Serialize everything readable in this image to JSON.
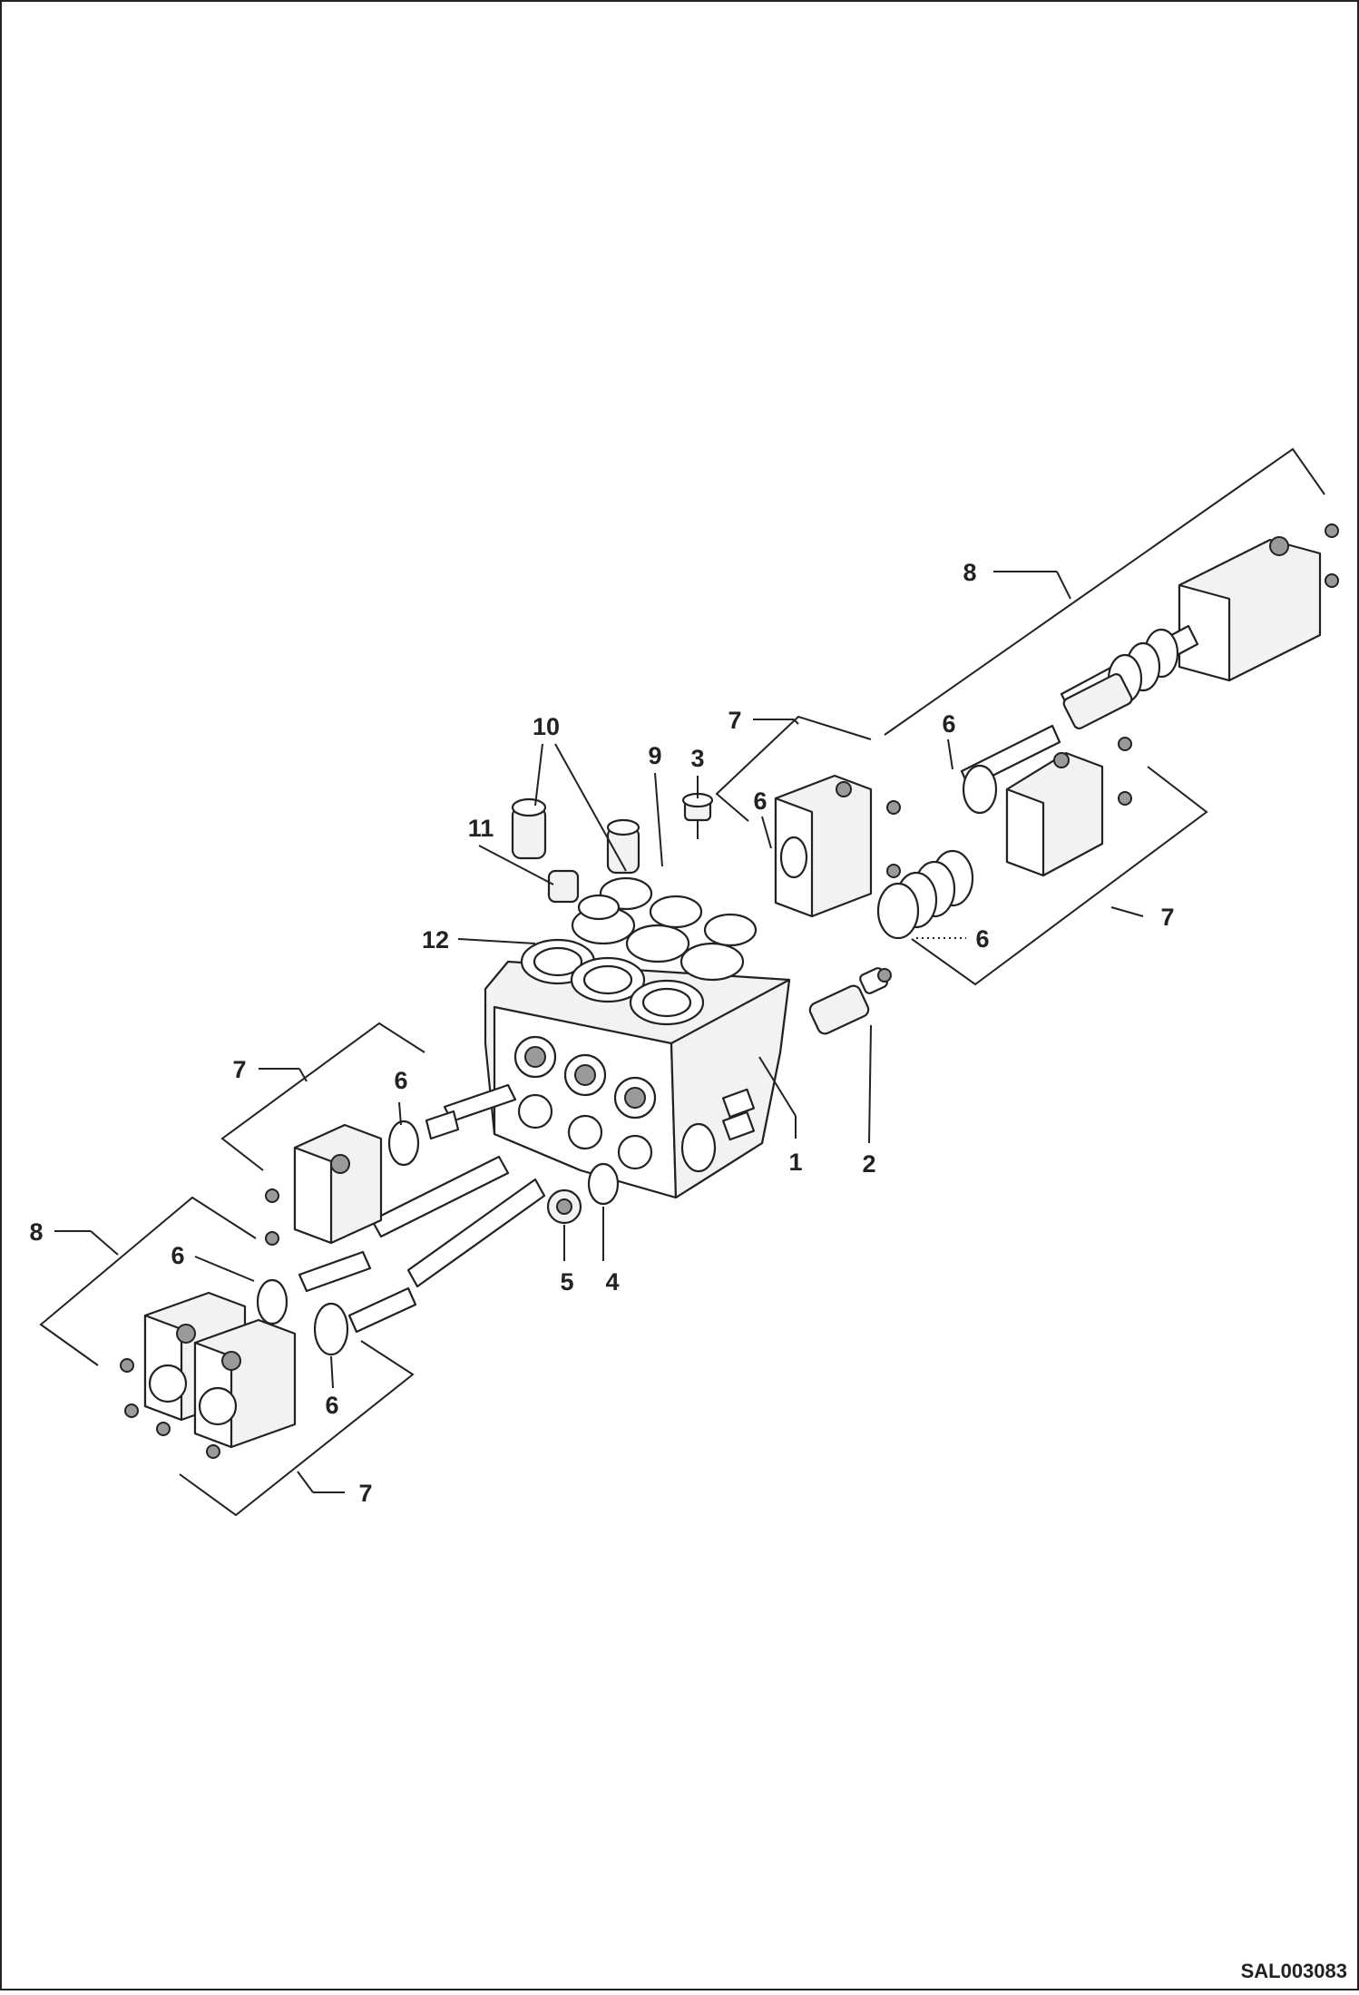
{
  "drawing_code": "SAL003083",
  "callouts": [
    {
      "id": "c1",
      "text": "1"
    },
    {
      "id": "c2",
      "text": "2"
    },
    {
      "id": "c3",
      "text": "3"
    },
    {
      "id": "c4",
      "text": "4"
    },
    {
      "id": "c5",
      "text": "5"
    },
    {
      "id": "c6a",
      "text": "6"
    },
    {
      "id": "c6b",
      "text": "6"
    },
    {
      "id": "c6c",
      "text": "6"
    },
    {
      "id": "c6d",
      "text": "6"
    },
    {
      "id": "c6e",
      "text": "6"
    },
    {
      "id": "c6f",
      "text": "6"
    },
    {
      "id": "c7a",
      "text": "7"
    },
    {
      "id": "c7b",
      "text": "7"
    },
    {
      "id": "c7c",
      "text": "7"
    },
    {
      "id": "c7d",
      "text": "7"
    },
    {
      "id": "c8a",
      "text": "8"
    },
    {
      "id": "c8b",
      "text": "8"
    },
    {
      "id": "c9",
      "text": "9"
    },
    {
      "id": "c10",
      "text": "10"
    },
    {
      "id": "c11",
      "text": "11"
    },
    {
      "id": "c12",
      "text": "12"
    }
  ]
}
